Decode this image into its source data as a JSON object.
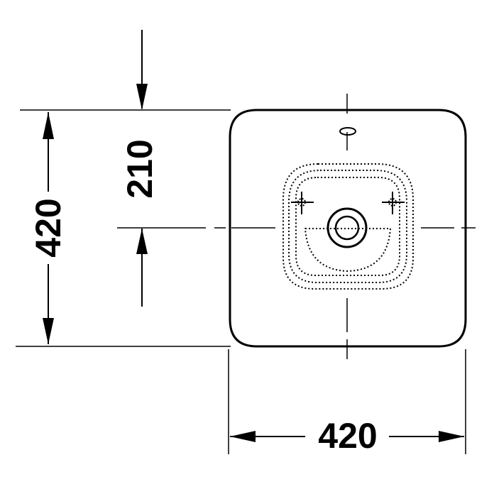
{
  "dimensions": {
    "overall_height": "420",
    "center_offset": "210",
    "overall_width": "420"
  },
  "colors": {
    "ink": "#000000",
    "background": "#ffffff"
  }
}
